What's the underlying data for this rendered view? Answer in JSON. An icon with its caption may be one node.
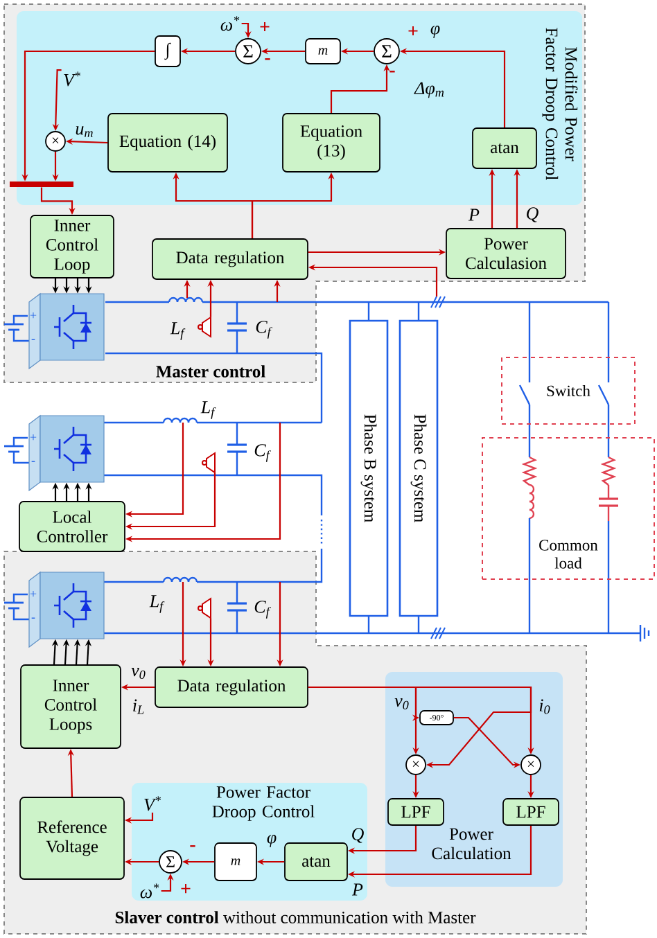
{
  "diagram": {
    "nodes": [
      {
        "text": [
          "Master control"
        ]
      },
      {
        "text": [
          "Modified Power Factor Droop Control"
        ],
        "in": 0
      },
      {
        "text": [
          "∫"
        ],
        "in": 1
      },
      {
        "text": [
          "Σ"
        ],
        "in": 1
      },
      {
        "text": [
          "m"
        ],
        "in": 1
      },
      {
        "text": [
          "Σ"
        ],
        "in": 1
      },
      {
        "text": [
          "×"
        ],
        "in": 1
      },
      {
        "text": [
          "Equation (14)"
        ],
        "in": 1
      },
      {
        "text": [
          "Equation (13)"
        ],
        "in": 1
      },
      {
        "text": [
          "atan"
        ],
        "in": 1
      },
      {
        "text": [],
        "shape": "bar",
        "in": 0
      },
      {
        "text": [
          "Inner Control Loop"
        ],
        "in": 0
      },
      {
        "text": [
          "Data regulation"
        ],
        "in": 0
      },
      {
        "text": [
          "Power Calculasion"
        ],
        "in": 0
      },
      {
        "text": [],
        "shape": "box",
        "in": 0,
        "beside": [
          "+",
          "-"
        ]
      },
      {
        "text": [],
        "shape": "box",
        "beside": [
          "+",
          "-"
        ]
      },
      {
        "text": [
          "Local Controller"
        ]
      },
      {
        "text": [
          "**Slaver control** without communication with Master"
        ]
      },
      {
        "text": [],
        "shape": "box",
        "in": 17,
        "beside": [
          "+",
          "-"
        ]
      },
      {
        "text": [
          "Inner Control Loops"
        ],
        "in": 17
      },
      {
        "text": [
          "Data regulation"
        ],
        "in": 17
      },
      {
        "text": [
          "Power Calculation"
        ],
        "in": 17
      },
      {
        "text": [
          "-90°"
        ],
        "in": 21
      },
      {
        "text": [
          "×"
        ],
        "in": 21
      },
      {
        "text": [
          "×"
        ],
        "in": 21
      },
      {
        "text": [
          "LPF"
        ],
        "in": 21
      },
      {
        "text": [
          "LPF"
        ],
        "in": 21
      },
      {
        "text": [
          "Power Factor Droop Control"
        ],
        "in": 17
      },
      {
        "text": [
          "atan"
        ],
        "in": 27
      },
      {
        "text": [
          "m"
        ],
        "in": 27
      },
      {
        "text": [
          "Σ"
        ],
        "in": 27
      },
      {
        "text": [
          "Reference Voltage"
        ],
        "in": 17
      },
      {
        "text": [
          "Phase B system"
        ]
      },
      {
        "text": [
          "Phase C system"
        ]
      },
      {
        "text": [
          "Switch"
        ]
      },
      {
        "text": [
          "Common load"
        ]
      },
      {
        "text": [],
        "shape": "sensor",
        "in": 0
      },
      {
        "text": [],
        "shape": "sensor"
      },
      {
        "text": [],
        "shape": "sensor",
        "in": 17
      },
      {
        "text": [
          "ω$^{*}$"
        ],
        "in": 1
      },
      {
        "text": [
          "V$^{*}$"
        ],
        "in": 1
      },
      {
        "text": [
          "V$^{*}$"
        ],
        "in": 27
      },
      {
        "text": [
          "ω$^{*}$"
        ],
        "in": 27
      }
    ],
    "edges": [
      {
        "from": 3,
        "to": 2,
        "arrow": "to"
      },
      {
        "from": 5,
        "to": 4,
        "arrow": "to"
      },
      {
        "from": 4,
        "to": 3,
        "arrow": "to"
      },
      {
        "from": 9,
        "to": 5,
        "arrow": "to"
      },
      {
        "from": 8,
        "to": 5,
        "arrow": "to"
      },
      {
        "from": 39,
        "to": 3,
        "arrow": "to"
      },
      {
        "from": 40,
        "to": 6,
        "arrow": "to"
      },
      {
        "from": 7,
        "to": 6,
        "arrow": "to"
      },
      {
        "from": 2,
        "to": 10,
        "arrow": "to"
      },
      {
        "from": 6,
        "to": 10,
        "arrow": "to"
      },
      {
        "from": 10,
        "to": 11,
        "arrow": "to"
      },
      {
        "from": 12,
        "to": 7,
        "arrow": "to"
      },
      {
        "from": 12,
        "to": 8,
        "arrow": "to"
      },
      {
        "from": 13,
        "to": 9,
        "arrow": "to"
      },
      {
        "from": 13,
        "to": 9,
        "arrow": "to"
      },
      {
        "from": 12,
        "to": 13,
        "arrow": "to"
      },
      {
        "from": null,
        "to": 12,
        "arrow": "to"
      },
      {
        "from": null,
        "to": 12,
        "arrow": "to"
      },
      {
        "from": 36,
        "to": 12,
        "arrow": "to"
      },
      {
        "from": null,
        "to": 12,
        "arrow": "to"
      },
      {
        "from": 11,
        "to": 14,
        "arrow": "to",
        "color": "#000000"
      },
      {
        "from": 11,
        "to": 14,
        "arrow": "to",
        "color": "#000000"
      },
      {
        "from": 11,
        "to": 14,
        "arrow": "to",
        "color": "#000000"
      },
      {
        "from": 11,
        "to": 14,
        "arrow": "to",
        "color": "#000000"
      },
      {
        "from": null,
        "to": 16,
        "arrow": "to"
      },
      {
        "from": 37,
        "to": 16,
        "arrow": "to"
      },
      {
        "from": null,
        "to": 16,
        "arrow": "to"
      },
      {
        "from": 16,
        "to": 15,
        "arrow": "to",
        "color": "#000000"
      },
      {
        "from": 16,
        "to": 15,
        "arrow": "to",
        "color": "#000000"
      },
      {
        "from": 16,
        "to": 15,
        "arrow": "to",
        "color": "#000000"
      },
      {
        "from": 16,
        "to": 15,
        "arrow": "to",
        "color": "#000000"
      },
      {
        "from": null,
        "to": 20,
        "arrow": "to"
      },
      {
        "from": 38,
        "to": 20,
        "arrow": "to"
      },
      {
        "from": null,
        "to": 20,
        "arrow": "to"
      },
      {
        "from": 19,
        "to": 18,
        "arrow": "to",
        "color": "#000000"
      },
      {
        "from": 19,
        "to": 18,
        "arrow": "to",
        "color": "#000000"
      },
      {
        "from": 19,
        "to": 18,
        "arrow": "to",
        "color": "#000000"
      },
      {
        "from": 19,
        "to": 18,
        "arrow": "to",
        "color": "#000000"
      },
      {
        "from": 20,
        "to": 19,
        "arrow": "to"
      },
      {
        "from": 20,
        "to": 23,
        "arrow": "to"
      },
      {
        "from": 20,
        "to": 22,
        "arrow": "to"
      },
      {
        "from": 22,
        "to": 24,
        "arrow": "to"
      },
      {
        "from": 20,
        "to": 24,
        "arrow": "to"
      },
      {
        "from": 20,
        "to": 23,
        "arrow": "to"
      },
      {
        "from": 23,
        "to": 25,
        "arrow": "to"
      },
      {
        "from": 24,
        "to": 26,
        "arrow": "to"
      },
      {
        "from": 25,
        "to": 28,
        "arrow": "to"
      },
      {
        "from": 26,
        "to": 28,
        "arrow": "to"
      },
      {
        "from": 28,
        "to": 29,
        "arrow": "to"
      },
      {
        "from": 29,
        "to": 30,
        "arrow": "to"
      },
      {
        "from": 30,
        "to": 31,
        "arrow": "to"
      },
      {
        "from": 41,
        "to": 31,
        "arrow": "to"
      },
      {
        "from": 42,
        "to": 30,
        "arrow": "to"
      },
      {
        "from": 31,
        "to": 19,
        "arrow": "to"
      }
    ],
    "labels": [
      "+",
      "-",
      "+",
      "φ",
      "u$_{m}$",
      "-",
      "Δφ$_{m}$",
      "P",
      "Q",
      "L$_{f}$",
      "C$_{f}$",
      "L$_{f}$",
      "C$_{f}$",
      "L$_{f}$",
      "C$_{f}$",
      "v$_{0}$",
      "i$_{L}$",
      "v$_{0}$",
      "i$_{0}$",
      "Q",
      "φ",
      "-",
      "P",
      "+"
    ]
  }
}
